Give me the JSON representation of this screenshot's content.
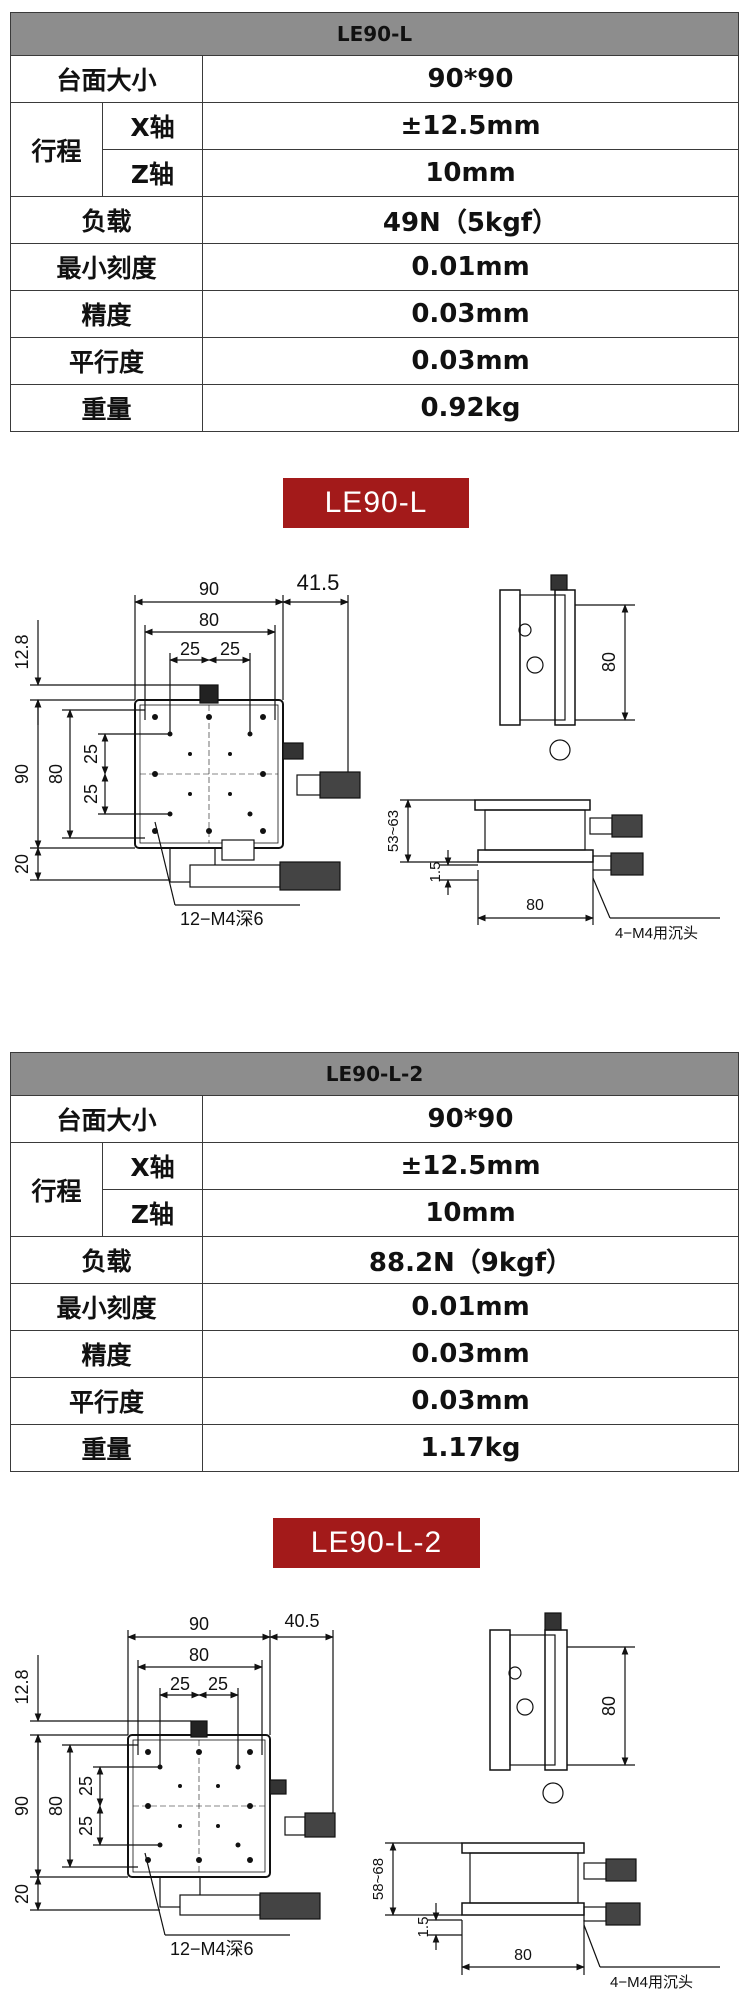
{
  "models": [
    {
      "header": "LE90-L",
      "rows": {
        "table_size_label": "台面大小",
        "table_size": "90*90",
        "travel_label": "行程",
        "x_axis_label": "X轴",
        "x_axis": "±12.5mm",
        "z_axis_label": "Z轴",
        "z_axis": "10mm",
        "load_label": "负载",
        "load": "49N（5kgf）",
        "min_scale_label": "最小刻度",
        "min_scale": "0.01mm",
        "accuracy_label": "精度",
        "accuracy": "0.03mm",
        "parallelism_label": "平行度",
        "parallelism": "0.03mm",
        "weight_label": "重量",
        "weight": "0.92kg"
      },
      "badge": "LE90-L",
      "drawing": {
        "d_90_top": "90",
        "d_41_5": "41.5",
        "d_80_top": "80",
        "d_25a": "25",
        "d_25b": "25",
        "d_12_8": "12.8",
        "d_90_side": "90",
        "d_80_side": "80",
        "d_25c": "25",
        "d_25d": "25",
        "d_20": "20",
        "holes_note": "12−M4深6",
        "side_80": "80",
        "height_range": "53~63",
        "d_1_5": "1.5",
        "base_80": "80",
        "mount_note": "4−M4用沉头"
      }
    },
    {
      "header": "LE90-L-2",
      "rows": {
        "table_size_label": "台面大小",
        "table_size": "90*90",
        "travel_label": "行程",
        "x_axis_label": "X轴",
        "x_axis": "±12.5mm",
        "z_axis_label": "Z轴",
        "z_axis": "10mm",
        "load_label": "负载",
        "load": "88.2N（9kgf）",
        "min_scale_label": "最小刻度",
        "min_scale": "0.01mm",
        "accuracy_label": "精度",
        "accuracy": "0.03mm",
        "parallelism_label": "平行度",
        "parallelism": "0.03mm",
        "weight_label": "重量",
        "weight": "1.17kg"
      },
      "badge": "LE90-L-2",
      "drawing": {
        "d_90_top": "90",
        "d_41_5": "40.5",
        "d_80_top": "80",
        "d_25a": "25",
        "d_25b": "25",
        "d_12_8": "12.8",
        "d_90_side": "90",
        "d_80_side": "80",
        "d_25c": "25",
        "d_25d": "25",
        "d_20": "20",
        "holes_note": "12−M4深6",
        "side_80": "80",
        "height_range": "58~68",
        "d_1_5": "1.5",
        "base_80": "80",
        "mount_note": "4−M4用沉头"
      }
    }
  ],
  "colors": {
    "badge": "#a31a1a",
    "header_bg": "#8d8d8d",
    "border": "#3a3a3a"
  }
}
